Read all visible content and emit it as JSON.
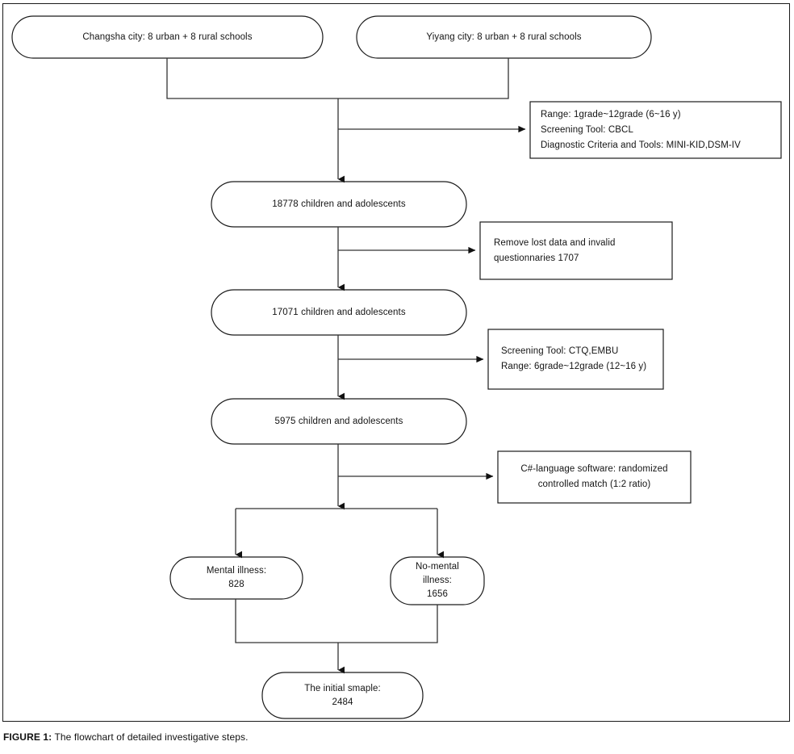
{
  "figure": {
    "caption_label": "FIGURE 1:",
    "caption_text": "The flowchart of detailed investigative steps.",
    "colors": {
      "stroke": "#1a1a1a",
      "text": "#141414",
      "background": "#ffffff"
    }
  },
  "chart_data": {
    "type": "diagram",
    "title": "The flowchart of detailed investigative steps.",
    "nodes": [
      {
        "id": "changsha",
        "shape": "rounded-rect",
        "lines": [
          "Changsha city: 8 urban + 8 rural schools"
        ]
      },
      {
        "id": "yiyang",
        "shape": "rounded-rect",
        "lines": [
          "Yiyang city: 8 urban + 8 rural schools"
        ]
      },
      {
        "id": "note1",
        "shape": "rect",
        "lines": [
          "Range: 1grade~12grade (6~16 y)",
          "Screening Tool: CBCL",
          "Diagnostic Criteria and Tools: MINI-KID,DSM-IV"
        ]
      },
      {
        "id": "n18778",
        "shape": "rounded-rect",
        "lines": [
          "18778 children and adolescents"
        ]
      },
      {
        "id": "note2",
        "shape": "rect",
        "lines": [
          "Remove lost data and invalid",
          "questionnaries 1707"
        ]
      },
      {
        "id": "n17071",
        "shape": "rounded-rect",
        "lines": [
          "17071 children and adolescents"
        ]
      },
      {
        "id": "note3",
        "shape": "rect",
        "lines": [
          "Screening Tool: CTQ,EMBU",
          "Range: 6grade~12grade (12~16 y)"
        ]
      },
      {
        "id": "n5975",
        "shape": "rounded-rect",
        "lines": [
          "5975 children and adolescents"
        ]
      },
      {
        "id": "note4",
        "shape": "rect",
        "lines": [
          "C#-language software: randomized",
          "controlled match (1:2 ratio)"
        ]
      },
      {
        "id": "mental",
        "shape": "rounded-rect",
        "lines": [
          "Mental illness:",
          "828"
        ]
      },
      {
        "id": "nomental",
        "shape": "rounded-rect",
        "lines": [
          "No-mental",
          "illness:",
          "1656"
        ]
      },
      {
        "id": "initial",
        "shape": "rounded-rect",
        "lines": [
          "The initial smaple:",
          "2484"
        ]
      }
    ],
    "edges": [
      {
        "from": "changsha",
        "to": "n18778",
        "style": "elbow-merge"
      },
      {
        "from": "yiyang",
        "to": "n18778",
        "style": "elbow-merge"
      },
      {
        "from": "trunk",
        "to": "note1",
        "style": "arrow-right"
      },
      {
        "from": "n18778",
        "to": "n17071",
        "style": "arrow-down"
      },
      {
        "from": "n18778",
        "to": "note2",
        "style": "arrow-right"
      },
      {
        "from": "n17071",
        "to": "n5975",
        "style": "arrow-down"
      },
      {
        "from": "n17071",
        "to": "note3",
        "style": "arrow-right"
      },
      {
        "from": "n5975",
        "to": "split",
        "style": "arrow-down"
      },
      {
        "from": "n5975",
        "to": "note4",
        "style": "arrow-right"
      },
      {
        "from": "split",
        "to": "mental",
        "style": "arrow-down"
      },
      {
        "from": "split",
        "to": "nomental",
        "style": "arrow-down"
      },
      {
        "from": "mental",
        "to": "initial",
        "style": "elbow-merge"
      },
      {
        "from": "nomental",
        "to": "initial",
        "style": "elbow-merge"
      }
    ]
  },
  "nodes": {
    "changsha": {
      "line1": "Changsha city: 8 urban + 8 rural schools"
    },
    "yiyang": {
      "line1": "Yiyang city: 8 urban + 8 rural schools"
    },
    "note1": {
      "line1": "Range: 1grade~12grade (6~16 y)",
      "line2": "Screening Tool: CBCL",
      "line3": "Diagnostic Criteria and Tools: MINI-KID,DSM-IV"
    },
    "n18778": {
      "line1": "18778 children and adolescents"
    },
    "note2": {
      "line1": "Remove lost data and invalid",
      "line2": "questionnaries 1707"
    },
    "n17071": {
      "line1": "17071 children and adolescents"
    },
    "note3": {
      "line1": "Screening Tool: CTQ,EMBU",
      "line2": "Range: 6grade~12grade (12~16 y)"
    },
    "n5975": {
      "line1": "5975 children and adolescents"
    },
    "note4": {
      "line1": "C#-language software: randomized",
      "line2": "controlled match (1:2 ratio)"
    },
    "mental": {
      "line1": "Mental illness:",
      "line2": "828"
    },
    "nomental": {
      "line1": "No-mental",
      "line2": "illness:",
      "line3": "1656"
    },
    "initial": {
      "line1": "The initial smaple:",
      "line2": "2484"
    }
  }
}
